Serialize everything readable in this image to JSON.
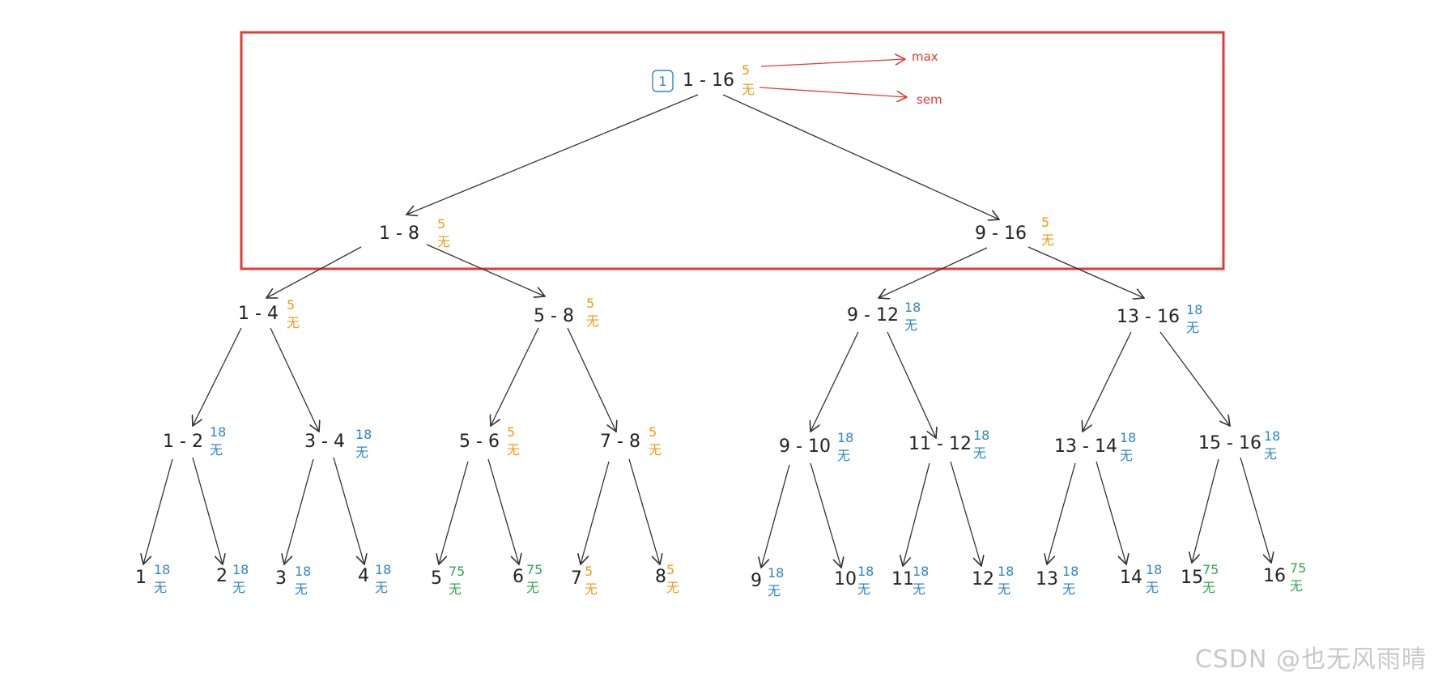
{
  "colors": {
    "orange": "#f09a16",
    "blue": "#2d86c7",
    "green": "#2fa84f",
    "line": "#333333",
    "highlight": "#e53935"
  },
  "root_badge": "1",
  "annotations": {
    "max": "max",
    "sem": "sem"
  },
  "watermark": "CSDN @也无风雨晴",
  "nodes": [
    {
      "id": "n1-16",
      "range": "1 - 16",
      "max": "5",
      "sem": "无",
      "color": "orange"
    },
    {
      "id": "n1-8",
      "range": "1 - 8",
      "max": "5",
      "sem": "无",
      "color": "orange"
    },
    {
      "id": "n9-16",
      "range": "9 - 16",
      "max": "5",
      "sem": "无",
      "color": "orange"
    },
    {
      "id": "n1-4",
      "range": "1 - 4",
      "max": "5",
      "sem": "无",
      "color": "orange"
    },
    {
      "id": "n5-8",
      "range": "5 - 8",
      "max": "5",
      "sem": "无",
      "color": "orange"
    },
    {
      "id": "n9-12",
      "range": "9 - 12",
      "max": "18",
      "sem": "无",
      "color": "blue"
    },
    {
      "id": "n13-16",
      "range": "13 - 16",
      "max": "18",
      "sem": "无",
      "color": "blue"
    },
    {
      "id": "n1-2",
      "range": "1 - 2",
      "max": "18",
      "sem": "无",
      "color": "blue"
    },
    {
      "id": "n3-4",
      "range": "3 - 4",
      "max": "18",
      "sem": "无",
      "color": "blue"
    },
    {
      "id": "n5-6",
      "range": "5 - 6",
      "max": "5",
      "sem": "无",
      "color": "orange"
    },
    {
      "id": "n7-8",
      "range": "7 - 8",
      "max": "5",
      "sem": "无",
      "color": "orange"
    },
    {
      "id": "n9-10",
      "range": "9 - 10",
      "max": "18",
      "sem": "无",
      "color": "blue"
    },
    {
      "id": "n11-12",
      "range": "11 - 12",
      "max": "18",
      "sem": "无",
      "color": "blue"
    },
    {
      "id": "n13-14",
      "range": "13 - 14",
      "max": "18",
      "sem": "无",
      "color": "blue"
    },
    {
      "id": "n15-16",
      "range": "15 - 16",
      "max": "18",
      "sem": "无",
      "color": "blue"
    },
    {
      "id": "l1",
      "range": "1",
      "max": "18",
      "sem": "无",
      "color": "blue"
    },
    {
      "id": "l2",
      "range": "2",
      "max": "18",
      "sem": "无",
      "color": "blue"
    },
    {
      "id": "l3",
      "range": "3",
      "max": "18",
      "sem": "无",
      "color": "blue"
    },
    {
      "id": "l4",
      "range": "4",
      "max": "18",
      "sem": "无",
      "color": "blue"
    },
    {
      "id": "l5",
      "range": "5",
      "max": "75",
      "sem": "无",
      "color": "green"
    },
    {
      "id": "l6",
      "range": "6",
      "max": "75",
      "sem": "无",
      "color": "green"
    },
    {
      "id": "l7",
      "range": "7",
      "max": "5",
      "sem": "无",
      "color": "orange"
    },
    {
      "id": "l8",
      "range": "8",
      "max": "5",
      "sem": "无",
      "color": "orange"
    },
    {
      "id": "l9",
      "range": "9",
      "max": "18",
      "sem": "无",
      "color": "blue"
    },
    {
      "id": "l10",
      "range": "10",
      "max": "18",
      "sem": "无",
      "color": "blue"
    },
    {
      "id": "l11",
      "range": "11",
      "max": "18",
      "sem": "无",
      "color": "blue"
    },
    {
      "id": "l12",
      "range": "12",
      "max": "18",
      "sem": "无",
      "color": "blue"
    },
    {
      "id": "l13",
      "range": "13",
      "max": "18",
      "sem": "无",
      "color": "blue"
    },
    {
      "id": "l14",
      "range": "14",
      "max": "18",
      "sem": "无",
      "color": "blue"
    },
    {
      "id": "l15",
      "range": "15",
      "max": "75",
      "sem": "无",
      "color": "green"
    },
    {
      "id": "l16",
      "range": "16",
      "max": "75",
      "sem": "无",
      "color": "green"
    }
  ]
}
